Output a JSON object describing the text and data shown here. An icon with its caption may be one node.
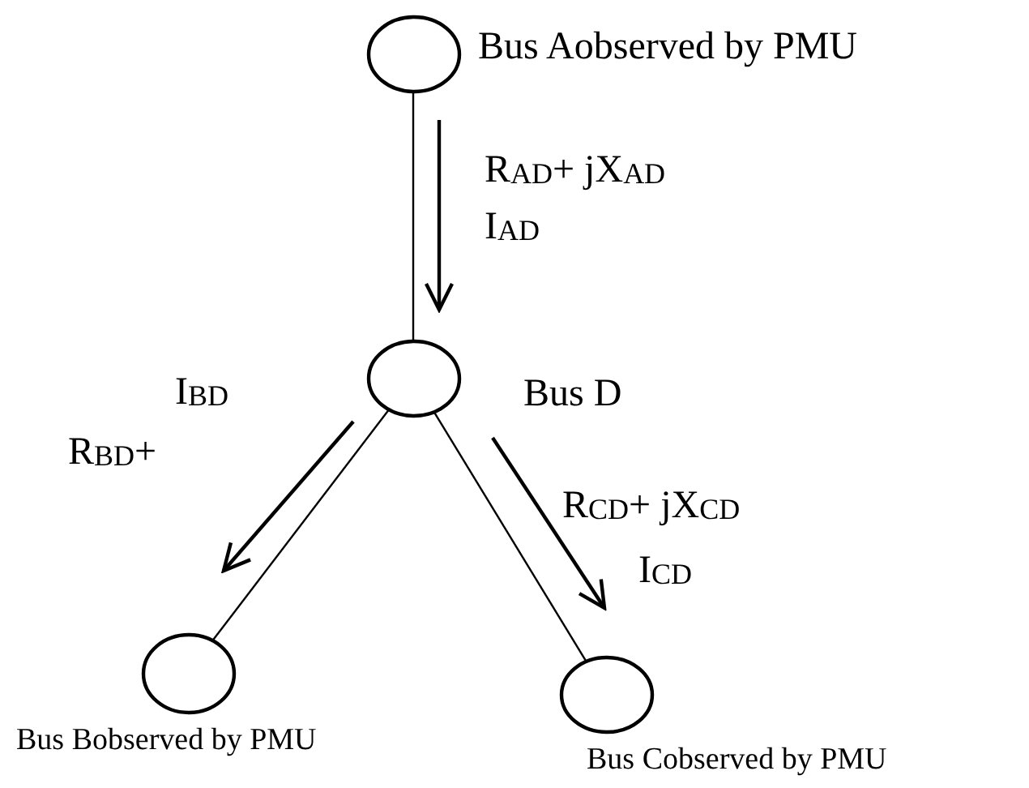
{
  "diagram": {
    "nodes": [
      {
        "text": [],
        "shape": "circle",
        "beside": [
          "Bus Aobserved by PMU"
        ]
      },
      {
        "text": [],
        "shape": "circle",
        "beside": [
          "Bus D"
        ]
      },
      {
        "text": [],
        "shape": "circle",
        "beside": [
          "Bus Bobserved by PMU"
        ]
      },
      {
        "text": [],
        "shape": "circle",
        "beside": [
          "Bus Cobserved by PMU"
        ]
      }
    ],
    "edges": [
      {
        "from": 0,
        "to": 1,
        "arrow": "none"
      },
      {
        "from": 1,
        "to": 2,
        "arrow": "none"
      },
      {
        "from": 1,
        "to": 3,
        "arrow": "none"
      }
    ],
    "labels": [
      "R$_{AD}$+ jX$_{AD}$",
      "I$_{AD}$",
      "I$_{BD}$",
      "R$_{BD}$+",
      "R$_{CD}$+ jX$_{CD}$",
      "I$_{CD}$"
    ]
  }
}
